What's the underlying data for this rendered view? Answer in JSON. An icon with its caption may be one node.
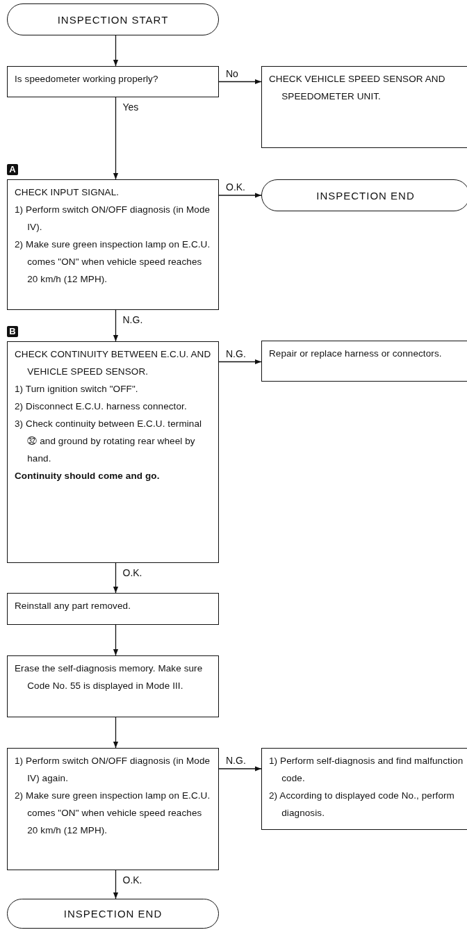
{
  "diagram": {
    "nodes": [
      {
        "text": [
          "INSPECTION START"
        ]
      },
      {
        "text": [
          "Is speedometer working properly?"
        ]
      },
      {
        "text": [
          "CHECK VEHICLE SPEED SENSOR AND SPEEDOMETER UNIT."
        ]
      },
      {
        "text": [
          "CHECK INPUT SIGNAL.",
          "1) Perform switch ON/OFF diagnosis (in Mode IV).",
          "2) Make sure green inspection lamp on E.C.U. comes \"ON\" when vehicle speed reaches 20 km/h (12 MPH)."
        ],
        "beside": [
          "A"
        ]
      },
      {
        "text": [
          "INSPECTION END"
        ]
      },
      {
        "text": [
          "CHECK CONTINUITY BETWEEN E.C.U. AND VEHICLE SPEED SENSOR.",
          "1) Turn ignition switch \"OFF\".",
          "2) Disconnect E.C.U. harness connector.",
          "3) Check continuity between E.C.U. terminal ㉜ and ground by rotating rear wheel by hand.",
          "**Continuity should come and go.**"
        ],
        "beside": [
          "B"
        ]
      },
      {
        "text": [
          "Repair or replace harness or connectors."
        ]
      },
      {
        "text": [
          "Reinstall any part removed."
        ]
      },
      {
        "text": [
          "Erase the self-diagnosis memory. Make sure Code No. 55 is displayed in Mode III."
        ]
      },
      {
        "text": [
          "1) Perform switch ON/OFF diagnosis (in Mode IV) again.",
          "2) Make sure green inspection lamp on E.C.U. comes \"ON\" when vehicle speed reaches 20 km/h (12 MPH)."
        ]
      },
      {
        "text": [
          "1) Perform self-diagnosis and find malfunction code.",
          "2) According to displayed code No., perform diagnosis."
        ]
      },
      {
        "text": [
          "INSPECTION END"
        ]
      }
    ],
    "edges": [
      {
        "from": 0,
        "to": 1,
        "arrow": "to"
      },
      {
        "from": 1,
        "to": 2,
        "arrow": "to",
        "label": "No"
      },
      {
        "from": 1,
        "to": 3,
        "arrow": "to",
        "label": "Yes"
      },
      {
        "from": 3,
        "to": 4,
        "arrow": "to",
        "label": "O.K."
      },
      {
        "from": 3,
        "to": 5,
        "arrow": "to",
        "label": "N.G."
      },
      {
        "from": 5,
        "to": 6,
        "arrow": "to",
        "label": "N.G."
      },
      {
        "from": 5,
        "to": 7,
        "arrow": "to",
        "label": "O.K."
      },
      {
        "from": 7,
        "to": 8,
        "arrow": "to"
      },
      {
        "from": 8,
        "to": 9,
        "arrow": "to"
      },
      {
        "from": 9,
        "to": 10,
        "arrow": "to",
        "label": "N.G."
      },
      {
        "from": 9,
        "to": 11,
        "arrow": "to",
        "label": "O.K."
      }
    ]
  }
}
